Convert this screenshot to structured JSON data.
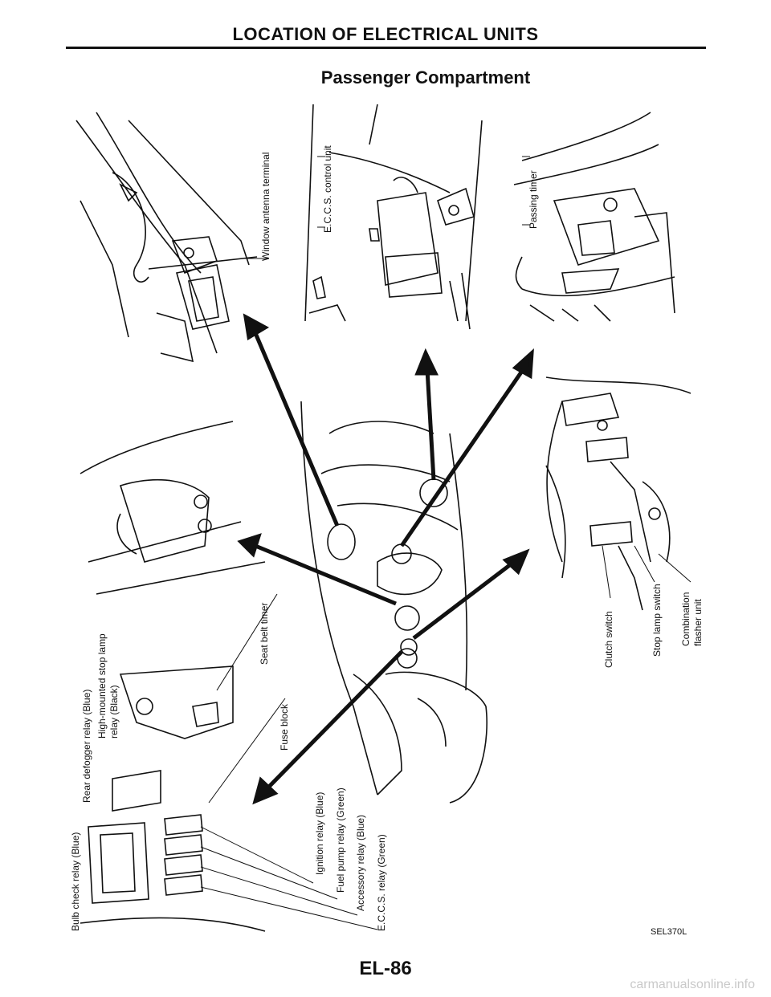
{
  "header": {
    "title": "LOCATION OF ELECTRICAL UNITS"
  },
  "section": {
    "subtitle": "Passenger Compartment"
  },
  "labels": {
    "window_antenna_terminal": "Window antenna terminal",
    "eccs_control_unit": "E.C.C.S. control unit",
    "passing_timer": "Passing timer",
    "seat_belt_timer": "Seat belt timer",
    "fuse_block": "Fuse block",
    "high_mounted_stop_lamp_relay": "High-mounted stop lamp",
    "high_mounted_stop_lamp_relay_2": "relay (Black)",
    "rear_defogger_relay": "Rear defogger relay (Blue)",
    "bulb_check_relay": "Bulb check relay (Blue)",
    "ignition_relay": "Ignition relay (Blue)",
    "fuel_pump_relay": "Fuel pump relay (Green)",
    "accessory_relay": "Accessory relay (Blue)",
    "eccs_relay": "E.C.C.S. relay (Green)",
    "clutch_switch": "Clutch switch",
    "stop_lamp_switch": "Stop lamp switch",
    "combination_flasher_unit": "Combination",
    "combination_flasher_unit_2": "flasher unit"
  },
  "figure_code": "SEL370L",
  "footer": {
    "page_number": "EL-86",
    "watermark": "carmanualsonline.info"
  }
}
